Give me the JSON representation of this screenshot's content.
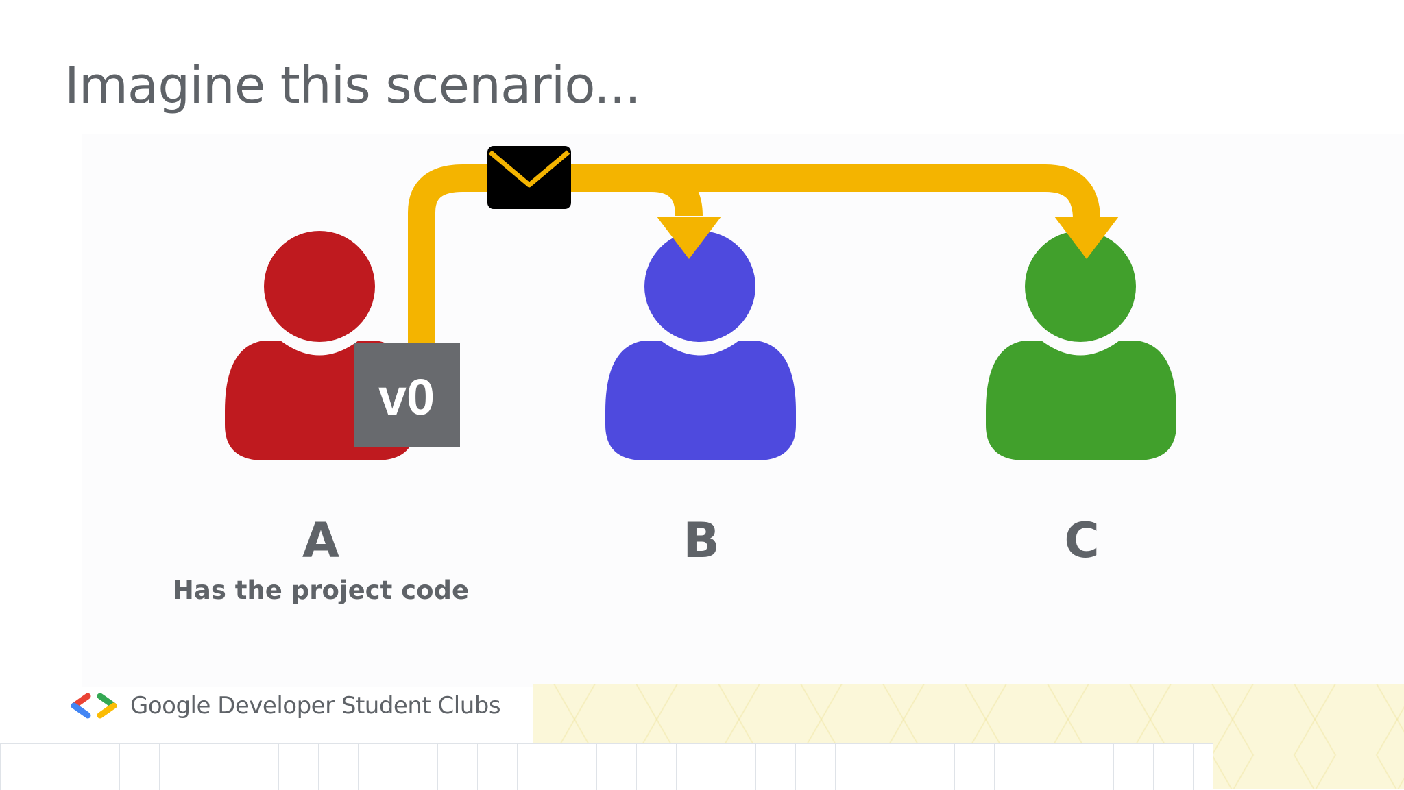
{
  "slide": {
    "title": "Imagine this scenario...",
    "people": [
      {
        "label": "A",
        "color": "#bf1a1f",
        "caption": "Has the project code",
        "badge": "v0"
      },
      {
        "label": "B",
        "color": "#4e4ade"
      },
      {
        "label": "C",
        "color": "#41a02c"
      }
    ],
    "arrow_color": "#f4b400",
    "badge_color": "#686a6e",
    "envelope_color": "#000000"
  },
  "footer": {
    "brand": "Google Developer Student Clubs",
    "logo_colors": [
      "#ea4335",
      "#4285f4",
      "#34a853",
      "#fbbc04"
    ]
  }
}
